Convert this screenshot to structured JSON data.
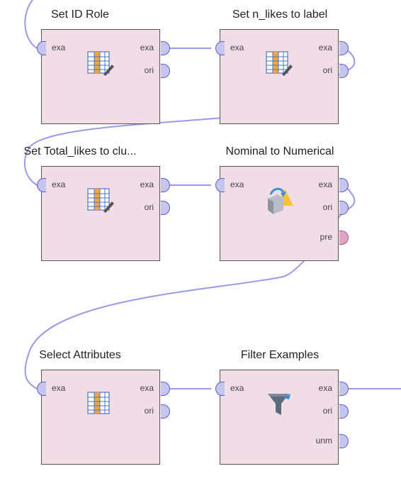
{
  "operators": [
    {
      "title": "Set ID Role",
      "icon": "set-role-icon",
      "inputs": [
        "exa"
      ],
      "outputs": [
        "exa",
        "ori"
      ]
    },
    {
      "title": "Set n_likes to label",
      "icon": "set-role-icon",
      "inputs": [
        "exa"
      ],
      "outputs": [
        "exa",
        "ori"
      ]
    },
    {
      "title": "Set Total_likes to clu...",
      "icon": "set-role-icon",
      "inputs": [
        "exa"
      ],
      "outputs": [
        "exa",
        "ori"
      ]
    },
    {
      "title": "Nominal to Numerical",
      "icon": "nominal-to-numerical-icon",
      "inputs": [
        "exa"
      ],
      "outputs": [
        "exa",
        "ori",
        "pre"
      ]
    },
    {
      "title": "Select Attributes",
      "icon": "select-attributes-icon",
      "inputs": [
        "exa"
      ],
      "outputs": [
        "exa",
        "ori"
      ]
    },
    {
      "title": "Filter Examples",
      "icon": "filter-icon",
      "inputs": [
        "exa"
      ],
      "outputs": [
        "exa",
        "ori",
        "unm"
      ]
    }
  ],
  "colors": {
    "operator_body": "#f1dde6",
    "port_example_set": "#c5c5f0",
    "port_preprocessing": "#e2a6c5",
    "connection": "#9a9ae6"
  }
}
